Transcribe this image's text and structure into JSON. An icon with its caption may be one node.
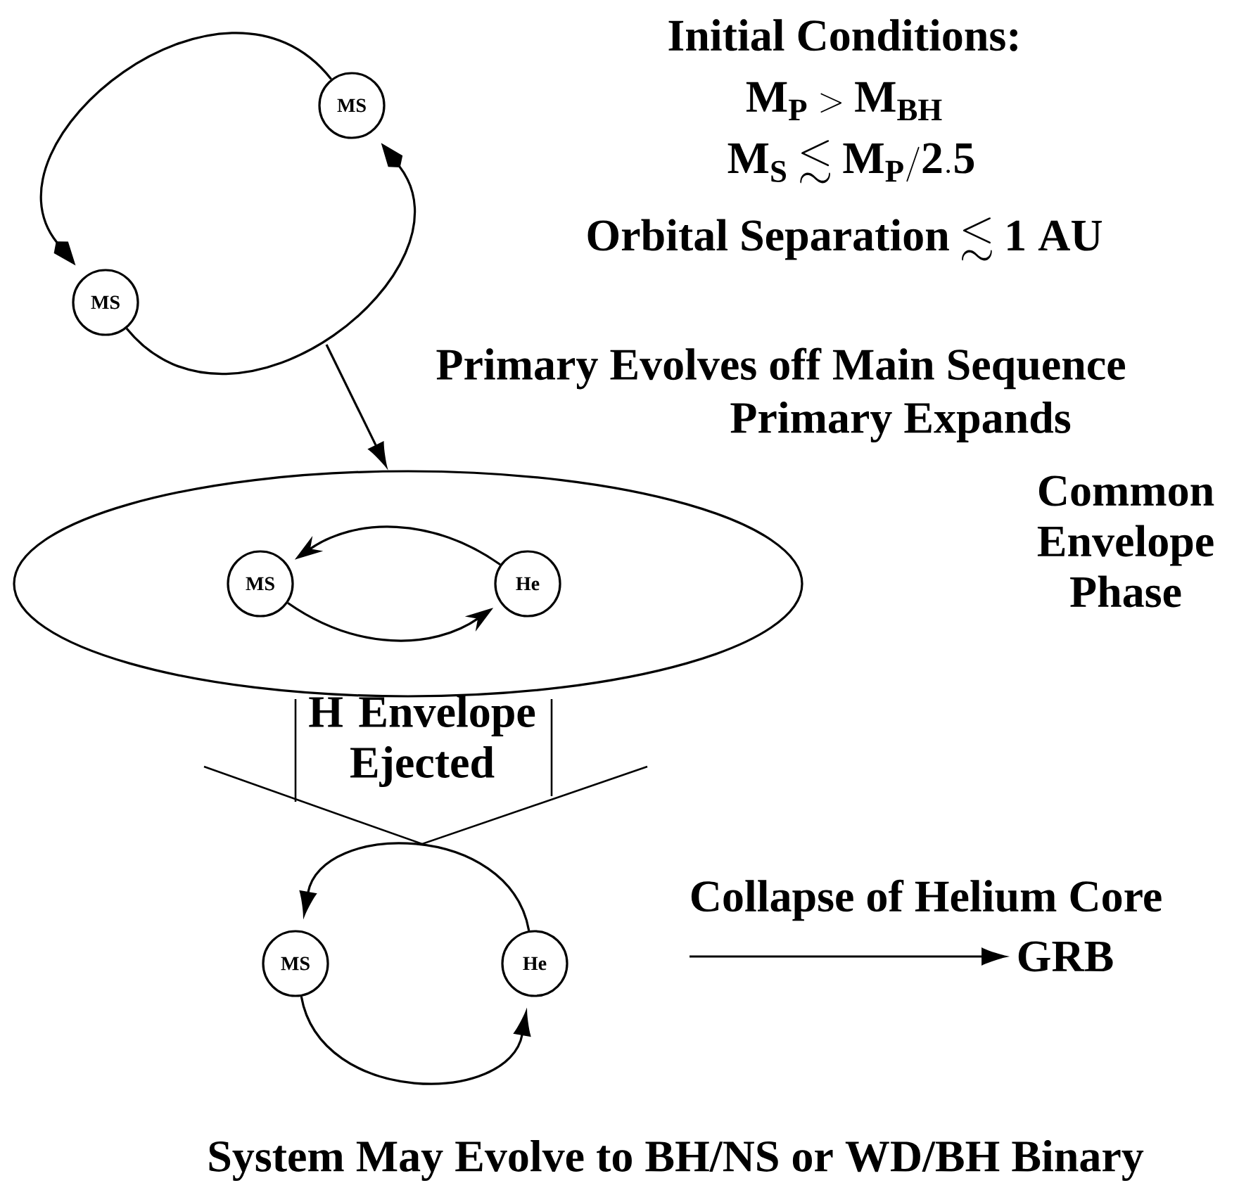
{
  "diagram": {
    "nodes": [
      {
        "text": [
          "MS"
        ]
      },
      {
        "text": [
          "MS"
        ]
      },
      {
        "text": [],
        "shape": "ellipse"
      },
      {
        "text": [
          "MS"
        ],
        "in": 2
      },
      {
        "text": [
          "He"
        ],
        "in": 2
      },
      {
        "text": [
          "H Envelope Ejected"
        ]
      },
      {
        "text": [
          "MS"
        ]
      },
      {
        "text": [
          "He"
        ]
      },
      {
        "text": [
          "GRB"
        ]
      }
    ],
    "edges": [
      {
        "from": 0,
        "to": 1,
        "arrow": "to"
      },
      {
        "from": 1,
        "to": 0,
        "arrow": "to"
      },
      {
        "from": null,
        "to": 2,
        "arrow": "to"
      },
      {
        "from": 4,
        "to": 3,
        "arrow": "to"
      },
      {
        "from": 3,
        "to": 4,
        "arrow": "to"
      },
      {
        "from": 7,
        "to": 6,
        "arrow": "to"
      },
      {
        "from": 6,
        "to": 7,
        "arrow": "to"
      },
      {
        "from": null,
        "to": 8,
        "arrow": "to",
        "label": "Collapse of Helium Core"
      }
    ],
    "labels": [
      "Initial Conditions:",
      "\\mathbf{M_P} > \\mathbf{M_{BH}}",
      "\\mathbf{M_S} \\lesssim \\mathbf{M_P} / \\mathbf{2.5}",
      "\\textbf{Orbital Separation} \\lesssim \\mathbf{1\\ AU}",
      "Primary Evolves off Main Sequence",
      "Primary Expands",
      "Common Envelope Phase",
      "System May Evolve to BH/NS or WD/BH Binary"
    ]
  }
}
